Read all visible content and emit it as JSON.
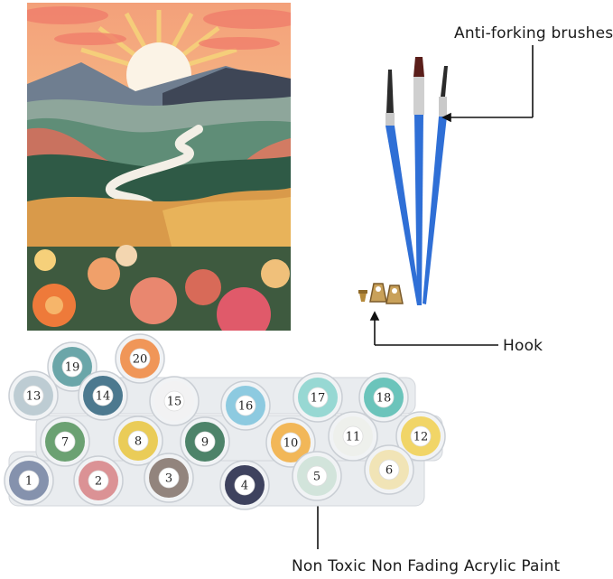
{
  "labels": {
    "brushes": "Anti-forking brushes",
    "hook": "Hook",
    "paint": "Non Toxic Non Fading Acrylic Paint"
  },
  "paint_pots": [
    {
      "number": "1",
      "color": "#7c8aa6"
    },
    {
      "number": "2",
      "color": "#d98a8c"
    },
    {
      "number": "3",
      "color": "#8a7b72"
    },
    {
      "number": "4",
      "color": "#2f3350"
    },
    {
      "number": "5",
      "color": "#cfe3d8"
    },
    {
      "number": "6",
      "color": "#f1e3b0"
    },
    {
      "number": "7",
      "color": "#5f9a66"
    },
    {
      "number": "8",
      "color": "#e9c94a"
    },
    {
      "number": "9",
      "color": "#3f7a5c"
    },
    {
      "number": "10",
      "color": "#f2b24a"
    },
    {
      "number": "11",
      "color": "#eef0ea"
    },
    {
      "number": "12",
      "color": "#f1d25a"
    },
    {
      "number": "13",
      "color": "#b9c9cf"
    },
    {
      "number": "14",
      "color": "#3e6f86"
    },
    {
      "number": "15",
      "color": "#f2f2f2"
    },
    {
      "number": "16",
      "color": "#84c7dd"
    },
    {
      "number": "17",
      "color": "#8fd6cf"
    },
    {
      "number": "18",
      "color": "#5fc0b5"
    },
    {
      "number": "19",
      "color": "#5fa0a2"
    },
    {
      "number": "20",
      "color": "#f08e4a"
    }
  ]
}
